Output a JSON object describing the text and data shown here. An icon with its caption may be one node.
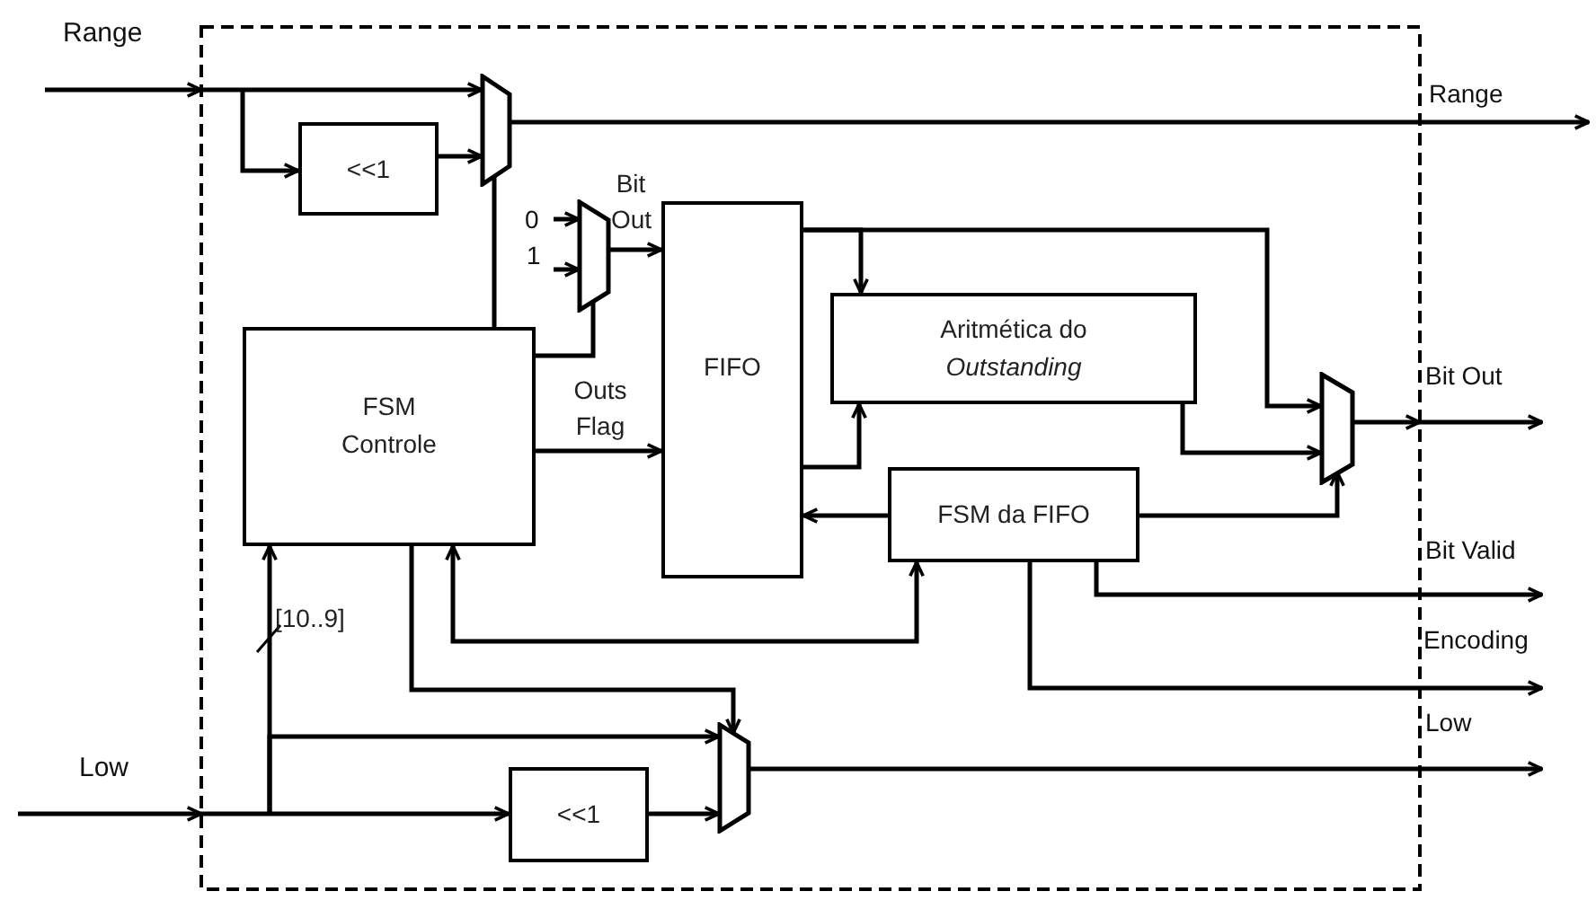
{
  "diagram": {
    "nodes": [
      {
        "text": [],
        "shape": "trapezoid"
      },
      {
        "text": [
          "<<1"
        ]
      },
      {
        "text": [],
        "shape": "trapezoid"
      },
      {
        "text": [
          "FIFO"
        ]
      },
      {
        "text": [
          "FSM Controle"
        ]
      },
      {
        "text": [
          "Aritmética do *Outstanding*"
        ]
      },
      {
        "text": [
          "FSM da FIFO"
        ]
      },
      {
        "text": [],
        "shape": "trapezoid"
      },
      {
        "text": [],
        "shape": "trapezoid"
      },
      {
        "text": [
          "<<1"
        ]
      }
    ],
    "edges": [
      {
        "from": null,
        "to": 0,
        "arrow": "to"
      },
      {
        "from": null,
        "to": 1,
        "arrow": "to"
      },
      {
        "from": 1,
        "to": 0,
        "arrow": "to"
      },
      {
        "from": 0,
        "to": null,
        "arrow": "to"
      },
      {
        "from": 4,
        "to": 0,
        "arrow": "none"
      },
      {
        "from": 4,
        "to": 2,
        "arrow": "none"
      },
      {
        "from": null,
        "to": 2,
        "arrow": "to"
      },
      {
        "from": null,
        "to": 2,
        "arrow": "to"
      },
      {
        "from": 2,
        "to": 3,
        "arrow": "to",
        "label": "Bit Out"
      },
      {
        "from": 4,
        "to": 3,
        "arrow": "to",
        "label": "Outs Flag"
      },
      {
        "from": 3,
        "to": 5,
        "arrow": "to"
      },
      {
        "from": 3,
        "to": 7,
        "arrow": "to"
      },
      {
        "from": 3,
        "to": 5,
        "arrow": "to"
      },
      {
        "from": 5,
        "to": 7,
        "arrow": "to"
      },
      {
        "from": 6,
        "to": 3,
        "arrow": "to"
      },
      {
        "from": 6,
        "to": 7,
        "arrow": "to"
      },
      {
        "from": 7,
        "to": null,
        "arrow": "to"
      },
      {
        "from": 6,
        "to": null,
        "arrow": "to"
      },
      {
        "from": 6,
        "to": null,
        "arrow": "to"
      },
      {
        "from": 4,
        "to": 6,
        "arrow": "both"
      },
      {
        "from": 4,
        "to": 8,
        "arrow": "to"
      },
      {
        "from": null,
        "to": 9,
        "arrow": "to"
      },
      {
        "from": null,
        "to": 4,
        "arrow": "to",
        "label": "[10..9]"
      },
      {
        "from": null,
        "to": 8,
        "arrow": "to"
      },
      {
        "from": 9,
        "to": 8,
        "arrow": "to"
      },
      {
        "from": 8,
        "to": null,
        "arrow": "to"
      }
    ],
    "labels": [
      "Range",
      "Range",
      "0",
      "1",
      "Bit Out",
      "Bit Valid",
      "Encoding",
      "Low",
      "Low"
    ]
  }
}
